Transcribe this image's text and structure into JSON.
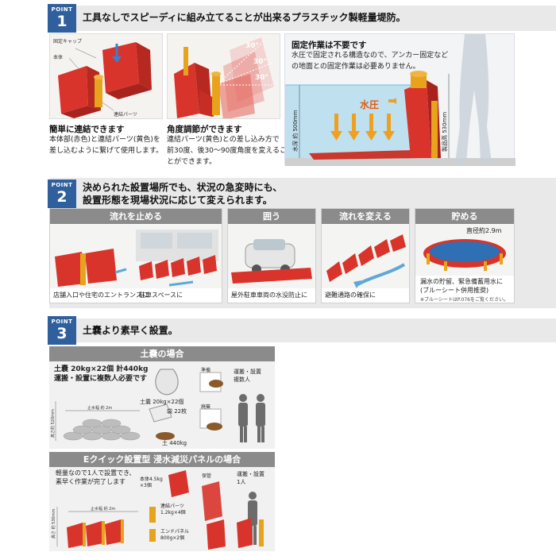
{
  "point1": {
    "badge_label": "POINT",
    "badge_number": "1",
    "title": "工具なしでスピーディに組み立てることが出来るプラスチック製軽量堤防。",
    "illus_labels": {
      "cap": "固定キャップ",
      "body": "本体",
      "connector": "連結パーツ"
    },
    "angles": [
      "30°",
      "30°",
      "30°"
    ],
    "col1_head": "簡単に連結できます",
    "col1_text": [
      "本体部(赤色)と連結パーツ(黄色)を",
      "差し込むように繋げて使用します。"
    ],
    "col2_head": "角度調節ができます",
    "col2_text": [
      "連結パーツ(黄色)との差し込み方で",
      "前30度、後30〜90度角度を変えるこ",
      "とができます。"
    ],
    "col3_head": "固定作業は不要です",
    "col3_text": [
      "水圧で固定される構造なので、アンカー固定など",
      "の地面との固定作業は必要ありません。"
    ],
    "pressure_label": "水圧",
    "depth_label": "水深 約 500mm",
    "height_label": "製品高 530mm"
  },
  "point2": {
    "badge_label": "POINT",
    "badge_number": "2",
    "title_lines": [
      "決められた設置場所でも、状況の急変時にも、",
      "設置形態を現場状況に応じて変えられます。"
    ],
    "cards": [
      {
        "header": "流れを止める",
        "captions": [
          "店舗入口や住宅のエントランスに",
          "駐車スペースに"
        ]
      },
      {
        "header": "囲う",
        "captions": [
          "屋外駐車車両の水没防止に"
        ]
      },
      {
        "header": "流れを変える",
        "captions": [
          "避難通路の確保に"
        ]
      },
      {
        "header": "貯める",
        "diameter": "直径約2.9m",
        "captions": [
          "漏水の貯留、緊急備蓄用水に",
          "(ブルーシート併用推奨)"
        ],
        "note": "※ブルーシートはP.076をご覧ください。"
      }
    ]
  },
  "point3": {
    "badge_label": "POINT",
    "badge_number": "3",
    "title": "土嚢より素早く設置。",
    "donou_bar": "土嚢の場合",
    "donou_spec": [
      "土嚢 20kg×22個 計440kg",
      "運搬・設置に複数人必要です"
    ],
    "donou_dims": {
      "height": "高さ約 520mm",
      "width": "止水幅 約 2m"
    },
    "donou_items": [
      "土嚢 20kg×22個",
      "袋 22枚",
      "土 440kg"
    ],
    "donou_steps": [
      {
        "label": "準備"
      },
      {
        "label": "廃棄"
      }
    ],
    "donou_workers": [
      "運搬・設置",
      "複数人"
    ],
    "panel_bar": "Eクイック設置型 浸水減災パネルの場合",
    "panel_spec": [
      "軽量なので1人で設置でき、",
      "素早く作業が完了します"
    ],
    "panel_dims": {
      "height": "高さ 約 530mm",
      "width": "止水幅 約 2m"
    },
    "panel_items": [
      {
        "lines": [
          "本体4.5kg",
          "×3個"
        ]
      },
      {
        "lines": [
          "連結パーツ",
          "1.2kg×4個"
        ]
      },
      {
        "lines": [
          "エンドパネル",
          "800g×2個"
        ]
      }
    ],
    "storage_label": "保管",
    "panel_workers": [
      "運搬・設置",
      "1人"
    ]
  },
  "colors": {
    "red": "#d8342b",
    "yellow": "#e8a31c",
    "blue": "#2f5f9c",
    "water": "#bfe0ef",
    "gray_bar": "#8b8b8b"
  }
}
